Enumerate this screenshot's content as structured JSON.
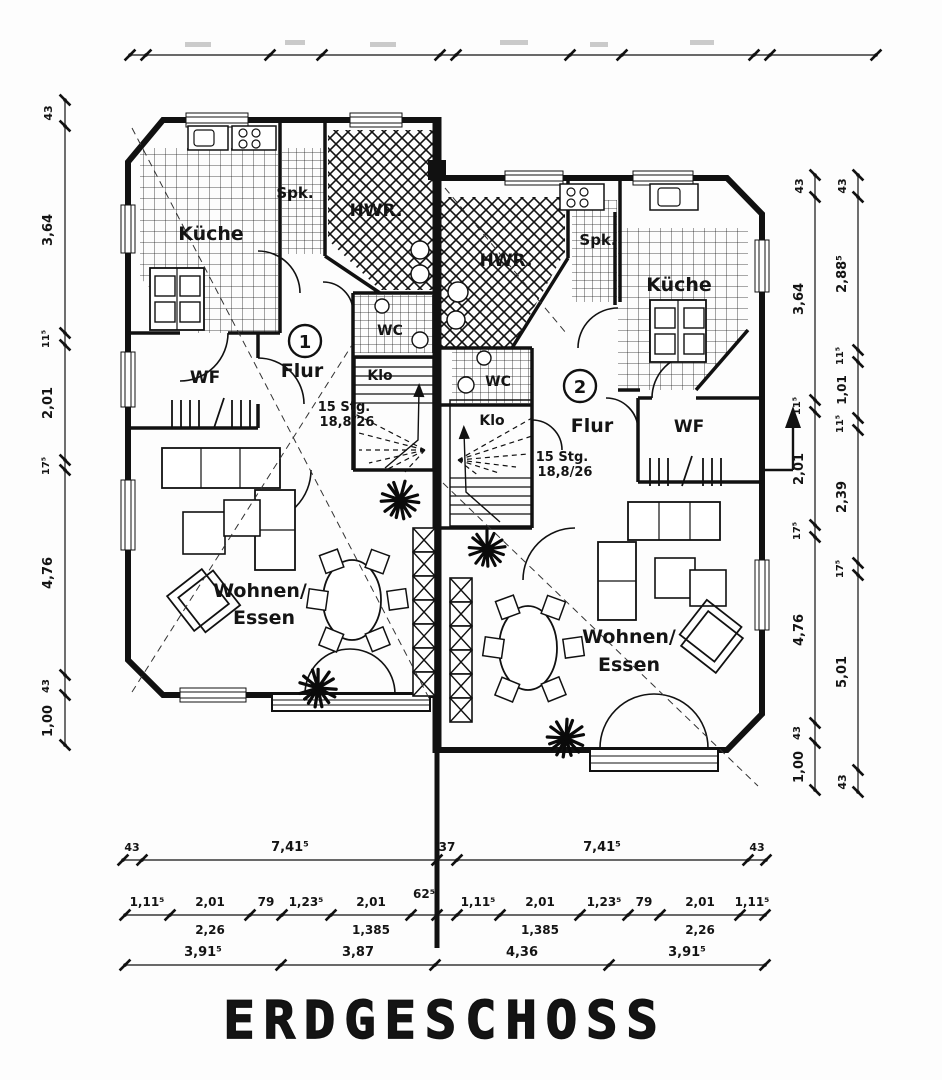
{
  "title": "ERDGESCHOSS",
  "units": {
    "u1": {
      "number": "1",
      "rooms": {
        "kueche": "Küche",
        "spk": "Spk.",
        "hwr": "HWR.",
        "wc": "WC",
        "wf": "WF",
        "flur": "Flur",
        "klo": "Klo",
        "wohnen": "Wohnen/",
        "essen": "Essen"
      },
      "stairs": {
        "line1": "15 Stg.",
        "line2": "18,8/26"
      }
    },
    "u2": {
      "number": "2",
      "rooms": {
        "kueche": "Küche",
        "spk": "Spk.",
        "hwr": "HWR.",
        "wc": "WC",
        "wf": "WF",
        "flur": "Flur",
        "klo": "Klo",
        "wohnen": "Wohnen/",
        "essen": "Essen"
      },
      "stairs": {
        "line1": "15 Stg.",
        "line2": "18,8/26"
      }
    }
  },
  "dims": {
    "left_col": [
      "43",
      "3,64",
      "11⁵",
      "2,01",
      "17⁵",
      "4,76",
      "43",
      "1,00"
    ],
    "right_col_inner": [
      "43",
      "3,64",
      "11⁵",
      "2,01",
      "17⁵",
      "4,76",
      "43",
      "1,00"
    ],
    "right_col_outer": [
      "43",
      "2,88⁵",
      "11⁵",
      "1,01",
      "11⁵",
      "2,39",
      "17⁵",
      "5,01",
      "43"
    ],
    "bottom_total": [
      "43",
      "7,41⁵",
      "37",
      "7,41⁵",
      "43"
    ],
    "bottom_left": [
      "1,11⁵",
      "2,01",
      "79",
      "1,23⁵",
      "2,01",
      "62⁵"
    ],
    "bottom_right": [
      "1,11⁵",
      "2,01",
      "1,23⁵",
      "79",
      "2,01",
      "1,11⁵"
    ],
    "bottom_sub": [
      "2,26",
      "1,385",
      "1,385",
      "2,26"
    ],
    "bottom_rooms": [
      "3,91⁵",
      "3,87",
      "4,36",
      "3,91⁵"
    ]
  }
}
